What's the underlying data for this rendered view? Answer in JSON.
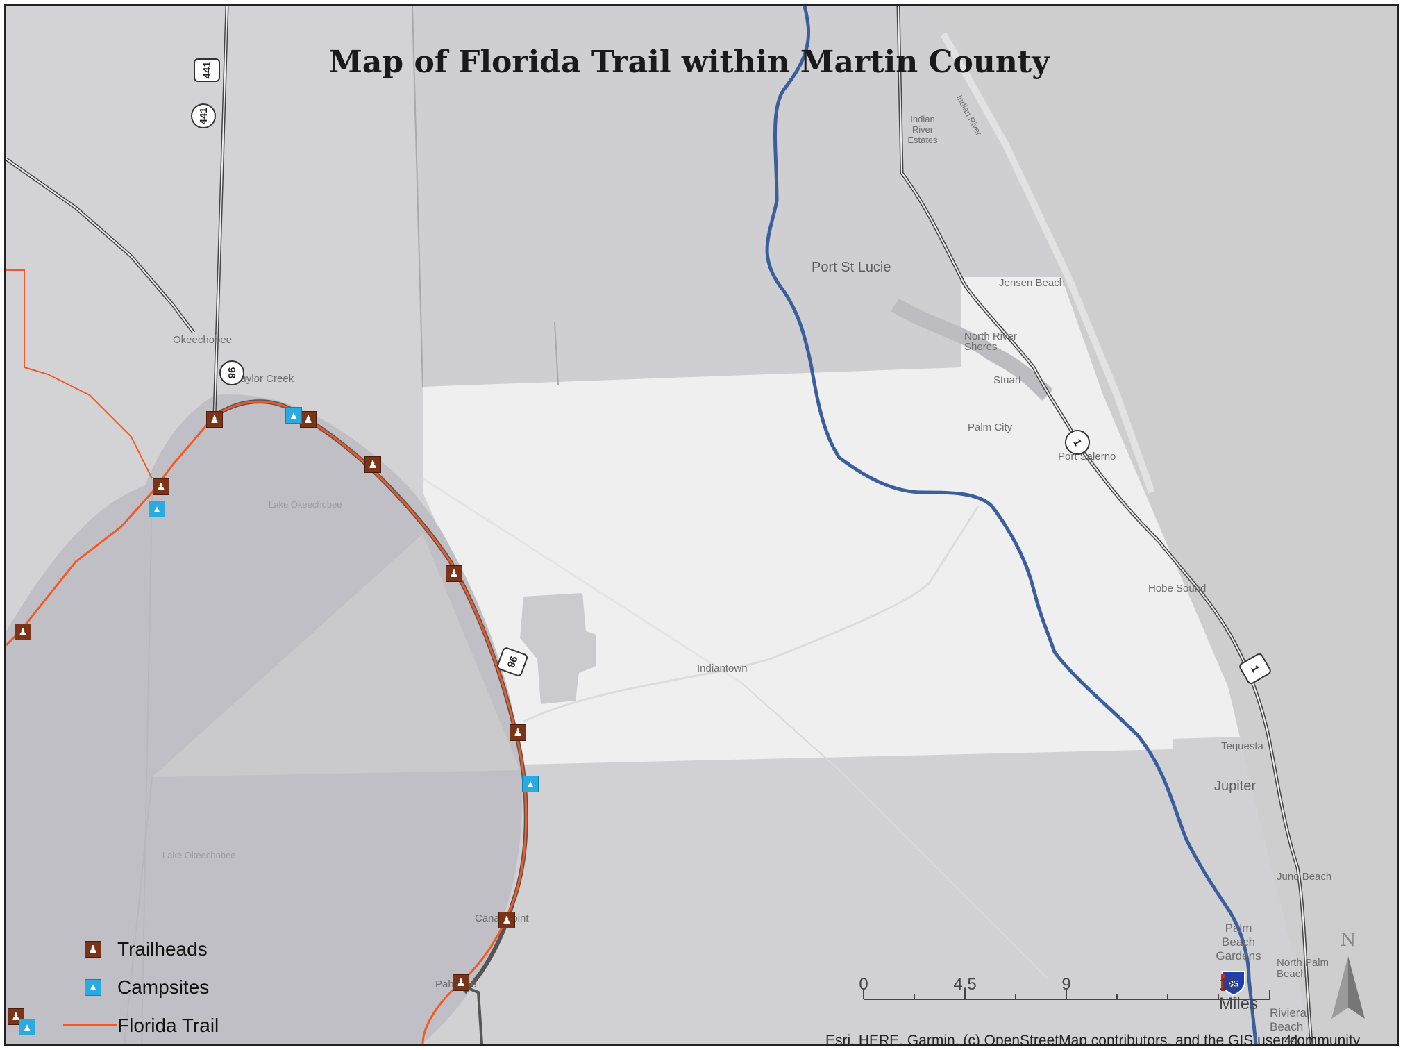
{
  "title": "Map of Florida Trail within Martin County",
  "places": {
    "port_st_lucie": "Port St Lucie",
    "jensen_beach": "Jensen Beach",
    "north_river_shores": "North River Shores",
    "stuart": "Stuart",
    "palm_city": "Palm City",
    "port_salerno": "Port Salerno",
    "hobe_sound": "Hobe Sound",
    "indiantown": "Indiantown",
    "tequesta": "Tequesta",
    "jupiter": "Jupiter",
    "juno_beach": "Juno Beach",
    "palm_beach_gardens": "Palm Beach Gardens",
    "north_palm_beach": "North Palm Beach",
    "riviera_beach": "Riviera Beach",
    "okeechobee": "Okeechobee",
    "taylor_creek": "Taylor Creek",
    "canal_point": "Canal Point",
    "pahokee": "Pahokee",
    "indian_river_estates": "Indian River Estates",
    "indian_river": "Indian River",
    "lake_okeechobee_1": "Lake Okeechobee",
    "lake_okeechobee_2": "Lake Okeechobee"
  },
  "shields": {
    "us441": "441",
    "sr441": "441",
    "sr98": "98",
    "us98": "98",
    "sr1": "1",
    "us1": "1"
  },
  "icons": {
    "trailhead": "trailhead-hiker-icon",
    "campsite": "campsite-tent-icon"
  },
  "colors": {
    "trail": "#f15a24",
    "trailhead": "#7b3418",
    "campsite": "#29abe2",
    "interstate": "#3b5f9c",
    "martin_county": "#efefef",
    "lake": "#c0bfc5"
  },
  "legend": {
    "trailheads": "Trailheads",
    "campsites": "Campsites",
    "florida_trail": "Florida Trail"
  },
  "scale": {
    "labels": [
      "0",
      "4.5",
      "9",
      "18 Miles"
    ]
  },
  "north_label": "N",
  "attribution": "Esri, HERE, Garmin, (c) OpenStreetMap contributors, and the GIS user community",
  "page_number": "44"
}
